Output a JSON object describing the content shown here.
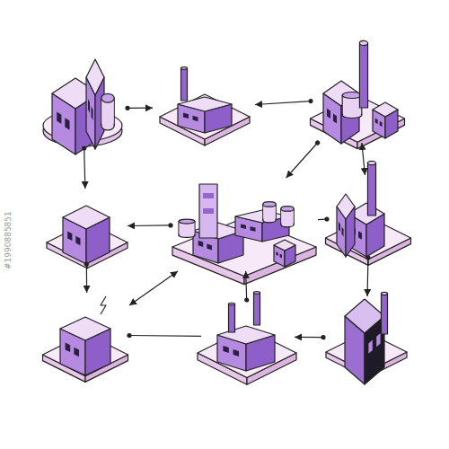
{
  "diagram": {
    "nodes": [
      {
        "text": []
      },
      {
        "text": []
      },
      {
        "text": []
      },
      {
        "text": []
      },
      {
        "text": []
      },
      {
        "text": []
      },
      {
        "text": []
      },
      {
        "text": []
      },
      {
        "text": []
      }
    ],
    "edges": [
      {
        "from": 0,
        "to": 1,
        "arrow": "to"
      },
      {
        "from": 2,
        "to": 1,
        "arrow": "to"
      },
      {
        "from": 0,
        "to": 3,
        "arrow": "to"
      },
      {
        "from": 2,
        "to": 4,
        "arrow": "to"
      },
      {
        "from": 2,
        "to": 5,
        "arrow": "both"
      },
      {
        "from": 4,
        "to": 3,
        "arrow": "to"
      },
      {
        "from": 5,
        "to": 4,
        "arrow": "none"
      },
      {
        "from": 5,
        "to": 8,
        "arrow": "to"
      },
      {
        "from": 3,
        "to": 6,
        "arrow": "to"
      },
      {
        "from": 4,
        "to": 6,
        "arrow": "both"
      },
      {
        "from": 7,
        "to": 4,
        "arrow": "to"
      },
      {
        "from": 6,
        "to": 7,
        "arrow": "none"
      },
      {
        "from": 8,
        "to": 7,
        "arrow": "to"
      }
    ],
    "labels": [
      "#1990885851"
    ]
  }
}
